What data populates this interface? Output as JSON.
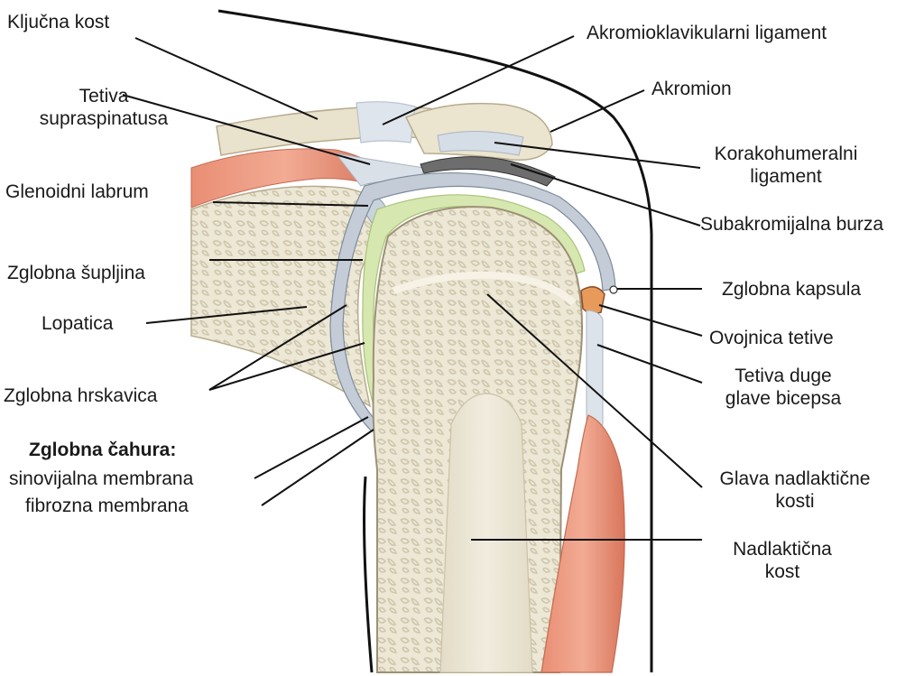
{
  "labels": {
    "kljucna_kost": "Ključna kost",
    "tetiva_supraspinatusa": "Tetiva\nsupraspinatusa",
    "glenoidni_labrum": "Glenoidni labrum",
    "zglobna_supljina": "Zglobna šupljina",
    "lopatica": "Lopatica",
    "zglobna_hrskavica": "Zglobna hrskavica",
    "zglobna_cahura": "Zglobna čahura:",
    "sinovijalna_membrana": "sinovijalna membrana",
    "fibrozna_membrana": "fibrozna membrana",
    "akromioklavikularni_ligament": "Akromioklavikularni ligament",
    "akromion": "Akromion",
    "korakohumeralni_ligament": "Korakohumeralni\nligament",
    "subakromijalna_burza": "Subakromijalna burza",
    "zglobna_kapsula": "Zglobna kapsula",
    "ovojnica_tetive": "Ovojnica tetive",
    "tetiva_duge_glave_bicepsa": "Tetiva duge\nglave bicepsa",
    "glava_nadlakticne_kosti": "Glava nadlaktične\nkosti",
    "nadlakticna_kost": "Nadlaktična\nkost"
  },
  "colors": {
    "bone": "#ece6d4",
    "bone_dark": "#d6ceb6",
    "cartilage": "#d7e7b0",
    "cartilage_edge": "#a8c37a",
    "muscle": "#e2866c",
    "muscle_light": "#f0b7a2",
    "ligament": "#cfd8e3",
    "capsule": "#b9c3cf",
    "bursa": "#6d6d6d",
    "outline": "#111111"
  }
}
